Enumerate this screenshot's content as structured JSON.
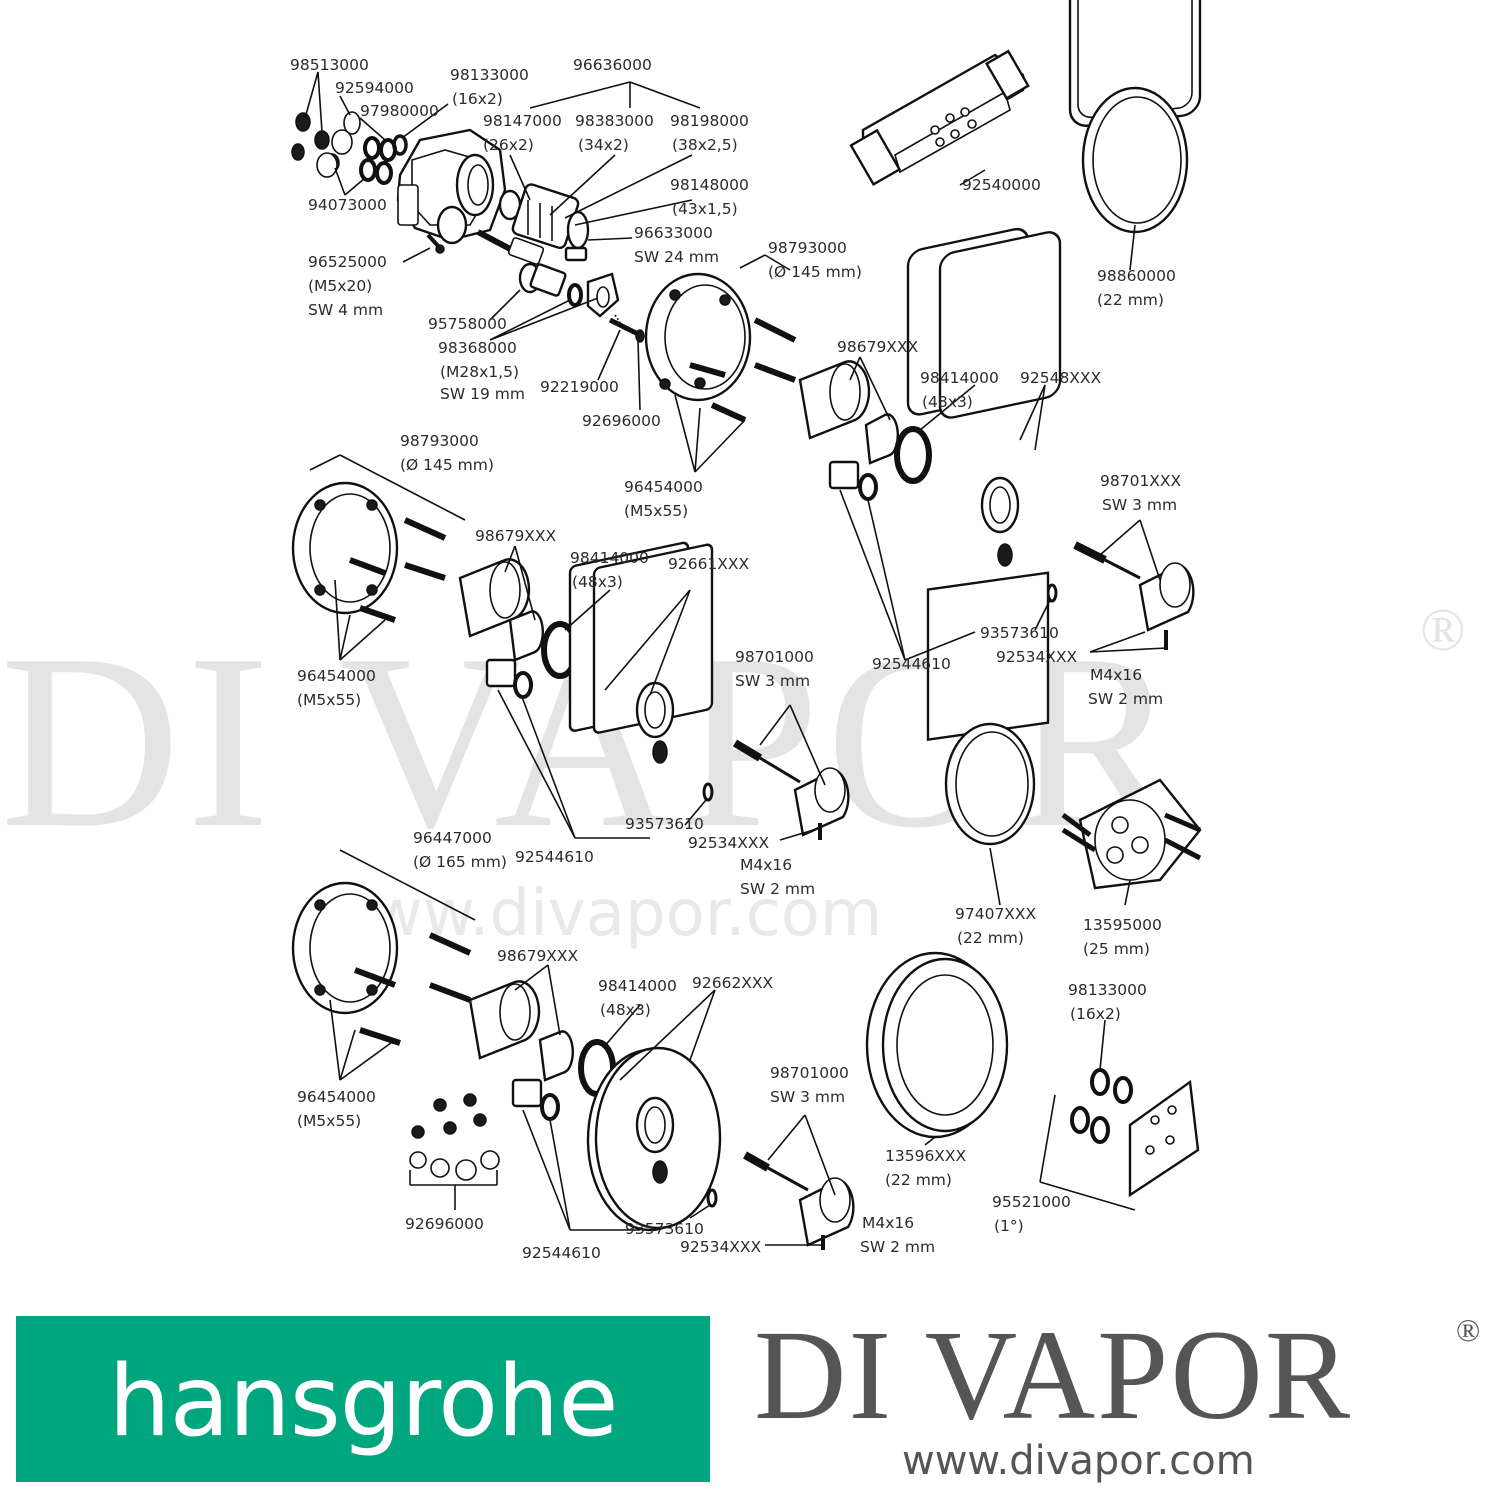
{
  "watermark": {
    "brand": "DI VAPOR",
    "registered": "®",
    "url": "www.divapor.com"
  },
  "parts": {
    "p98513000": "98513000",
    "p92594000": "92594000",
    "p97980000": "97980000",
    "p94073000": "94073000",
    "p98133000_top": "98133000",
    "p98133000_top_dim": "(16x2)",
    "p96636000": "96636000",
    "p98147000": "98147000",
    "p98147000_dim": "(26x2)",
    "p98383000": "98383000",
    "p98383000_dim": "(34x2)",
    "p98198000": "98198000",
    "p98198000_dim": "(38x2,5)",
    "p98148000": "98148000",
    "p98148000_dim": "(43x1,5)",
    "p96633000": "96633000",
    "p96633000_dim": "SW 24 mm",
    "p96525000": "96525000",
    "p96525000_dim": "(M5x20)",
    "p96525000_sw": "SW 4 mm",
    "p95758000": "95758000",
    "p98368000": "98368000",
    "p98368000_dim": "(M28x1,5)",
    "p98368000_sw": "SW 19 mm",
    "p92219000": "92219000",
    "p92696000_a": "92696000",
    "p92540000": "92540000",
    "p98860000": "98860000",
    "p98860000_dim": "(22 mm)",
    "s1_98793000": "98793000",
    "s1_98793000_dim": "(Ø 145 mm)",
    "s1_98679": "98679XXX",
    "s1_98414000": "98414000",
    "s1_98414000_dim": "(48x3)",
    "s1_92548": "92548XXX",
    "s1_96454000": "96454000",
    "s1_96454000_dim": "(M5x55)",
    "s1_98701": "98701XXX",
    "s1_98701_sw": "SW 3 mm",
    "s1_93573610": "93573610",
    "s1_92544610": "92544610",
    "s1_92534": "92534XXX",
    "s1_m4x16": "M4x16",
    "s1_sw2": "SW 2 mm",
    "s2_98793000": "98793000",
    "s2_98793000_dim": "(Ø 145 mm)",
    "s2_98679": "98679XXX",
    "s2_98414000": "98414000",
    "s2_98414000_dim": "(48x3)",
    "s2_92661": "92661XXX",
    "s2_96454000": "96454000",
    "s2_96454000_dim": "(M5x55)",
    "s2_98701000": "98701000",
    "s2_98701000_sw": "SW 3 mm",
    "s2_93573610": "93573610",
    "s2_92544610": "92544610",
    "s2_92534": "92534XXX",
    "s2_m4x16": "M4x16",
    "s2_sw2": "SW 2 mm",
    "p97407": "97407XXX",
    "p97407_dim": "(22 mm)",
    "p13595000": "13595000",
    "p13595000_dim": "(25 mm)",
    "s3_96447000": "96447000",
    "s3_96447000_dim": "(Ø 165 mm)",
    "s3_98679": "98679XXX",
    "s3_98414000": "98414000",
    "s3_98414000_dim": "(48x3)",
    "s3_92662": "92662XXX",
    "s3_96454000": "96454000",
    "s3_96454000_dim": "(M5x55)",
    "s3_98701000": "98701000",
    "s3_98701000_sw": "SW 3 mm",
    "s3_93573610": "93573610",
    "s3_92544610": "92544610",
    "s3_92534": "92534XXX",
    "s3_m4x16": "M4x16",
    "s3_sw2": "SW 2 mm",
    "p92696000_b": "92696000",
    "p13596": "13596XXX",
    "p13596_dim": "(22 mm)",
    "p98133000_b": "98133000",
    "p98133000_b_dim": "(16x2)",
    "p95521000": "95521000",
    "p95521000_dim": "(1°)"
  },
  "footer": {
    "logo_text": "hansgrohe",
    "logo_color": "#00a67e",
    "brand_name": "DI VAPOR",
    "brand_reg": "®",
    "brand_url": "www.divapor.com",
    "brand_color": "#555555"
  }
}
